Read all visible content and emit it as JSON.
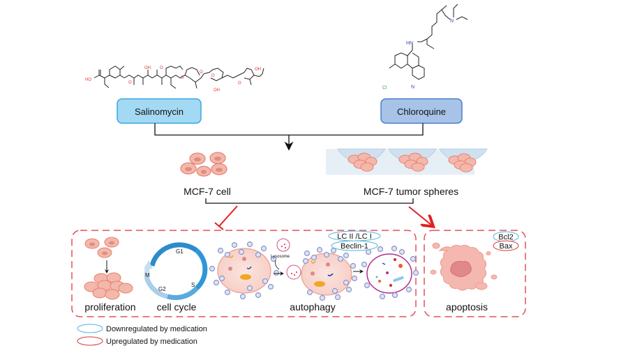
{
  "drugs": {
    "salinomycin": {
      "label": "Salinomycin",
      "atoms": {
        "ho": "HO",
        "o": "O",
        "oh": "OH"
      }
    },
    "chloroquine": {
      "label": "Chloroquine",
      "atoms": {
        "n": "N",
        "hn": "HN",
        "cl": "Cl",
        "ring_n": "N"
      }
    }
  },
  "models": {
    "cell": "MCF-7 cell",
    "spheres": "MCF-7 tumor spheres"
  },
  "inhibited_panel": {
    "proliferation": "proliferation",
    "cell_cycle": {
      "label": "cell cycle",
      "phases": [
        "G1",
        "S",
        "G2",
        "M"
      ]
    },
    "autophagy": {
      "label": "autophagy",
      "lysosome": "Lysosome"
    },
    "markers_down": [
      "LC II /LC I",
      "Beclin-1"
    ]
  },
  "promoted_panel": {
    "apoptosis": "apoptosis",
    "marker_down": "Bcl2",
    "marker_up": "Bax"
  },
  "legend": [
    {
      "label": "Downregulated by medication",
      "color": "#4fb3e0"
    },
    {
      "label": "Upregulated by medication",
      "color": "#d9343a"
    }
  ],
  "colors": {
    "salinomycin_box": "#a3d9f2",
    "salinomycin_border": "#3aa8e0",
    "chloroquine_box": "#a7c3e8",
    "chloroquine_border": "#4a7fc8",
    "cell_fill": "#f3b8ac",
    "cell_stroke": "#e8806c",
    "red_arrow": "#e02020",
    "dash": "#e0505a"
  }
}
